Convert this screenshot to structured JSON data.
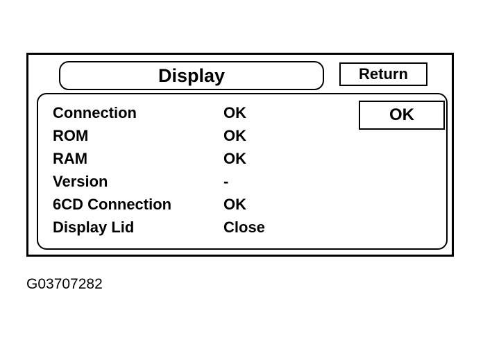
{
  "window": {
    "title": "Display",
    "return_label": "Return",
    "ok_label": "OK"
  },
  "status_rows": [
    {
      "label": "Connection",
      "value": "OK"
    },
    {
      "label": "ROM",
      "value": "OK"
    },
    {
      "label": "RAM",
      "value": "OK"
    },
    {
      "label": "Version",
      "value": "-"
    },
    {
      "label": "6CD Connection",
      "value": "OK"
    },
    {
      "label": "Display Lid",
      "value": "Close"
    }
  ],
  "figure_code": "G03707282"
}
